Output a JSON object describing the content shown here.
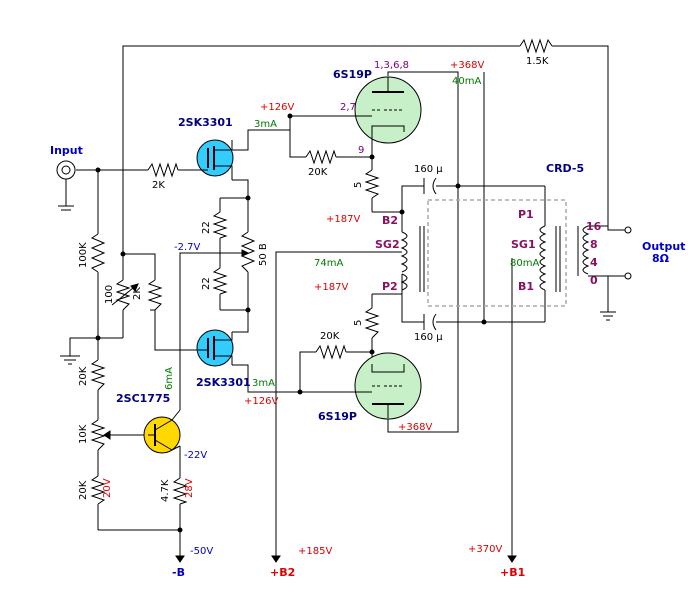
{
  "labels": {
    "input": "Input",
    "output": "Output",
    "output_imp": "8Ω",
    "crd": "CRD-5",
    "q1": "2SK3301",
    "q2": "2SK3301",
    "q3": "2SC1775",
    "v1": "6S19P",
    "v2": "6S19P",
    "v1_pins": "1,3,6,8",
    "v1_p27": "2,7",
    "v1_p9": "9",
    "rail_minus": "-B",
    "rail_b2": "+B2",
    "rail_b1": "+B1",
    "t_b2": "B2",
    "t_sg2": "SG2",
    "t_p2": "P2",
    "t_p1": "P1",
    "t_sg1": "SG1",
    "t_b1": "B1",
    "tap16": "16",
    "tap8": "8",
    "tap4": "4",
    "tap0": "0"
  },
  "values": {
    "r_fb": "1.5K",
    "r_in": "2K",
    "r_grid_top": "20K",
    "r_grid_bot": "20K",
    "r_5_top": "5",
    "r_5_bot": "5",
    "r_100k": "100K",
    "r_100": "100",
    "r_2k_trim": "2K",
    "r_22_top": "22",
    "r_22_bot": "22",
    "r_50b": "50 B",
    "r_20k_a": "20K",
    "r_10k": "10K",
    "r_20k_b": "20K",
    "r_47k": "4.7K",
    "c_top": "160 μ",
    "c_bot": "160 μ"
  },
  "annotations": {
    "v_368_top": "+368V",
    "i_40ma": "40mA",
    "v_126_top": "+126V",
    "i_3ma_top": "3mA",
    "v_187_top": "+187V",
    "v_27": "-2.7V",
    "i_74ma": "74mA",
    "v_187_bot": "+187V",
    "i_80ma": "80mA",
    "i_6ma": "6mA",
    "i_3ma_bot": "3mA",
    "v_126_bot": "+126V",
    "v_22": "-22V",
    "v_368_bot": "+368V",
    "v_20v": "20V",
    "v_28v": "28V",
    "v_50": "-50V",
    "v_185": "+185V",
    "v_370": "+370V"
  }
}
